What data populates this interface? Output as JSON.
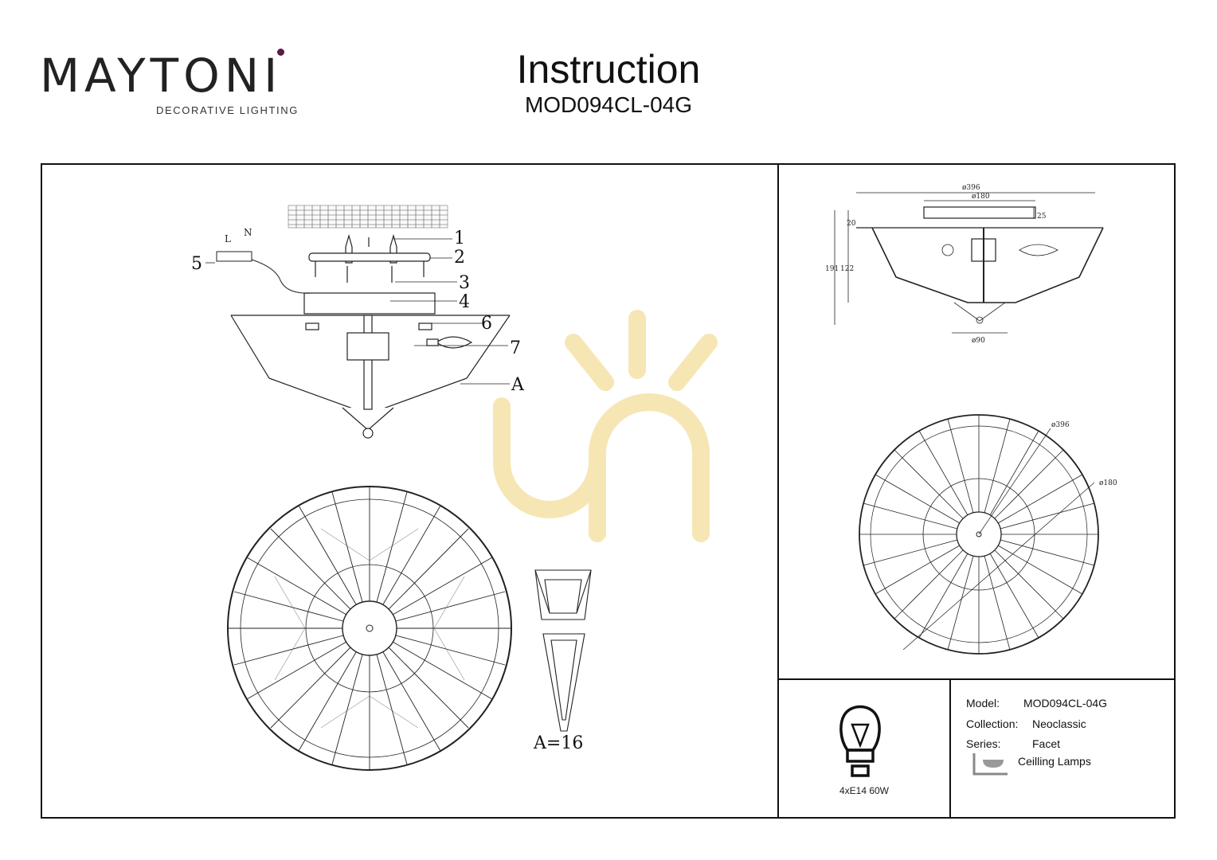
{
  "brand": {
    "name": "MAYTONI",
    "tagline": "DECORATIVE LIGHTING"
  },
  "header": {
    "title": "Instruction",
    "model": "MOD094CL-04G"
  },
  "assembly": {
    "callouts": [
      "1",
      "2",
      "3",
      "4",
      "5",
      "6",
      "7",
      "A"
    ],
    "wiring_labels": [
      "L",
      "N"
    ],
    "part_count": "A=16"
  },
  "dimensions": {
    "top_diameter": "ø396",
    "inner_diameter": "ø180",
    "canopy_height": "25",
    "rim_offset": "20",
    "total_height": "191",
    "body_height": "122",
    "finial_diameter": "ø90",
    "plan_outer": "ø396",
    "plan_inner": "ø180"
  },
  "specs": {
    "lamp": "4xE14 60W",
    "model_label": "Model:",
    "model_value": "MOD094CL-04G",
    "collection_label": "Collection:",
    "collection_value": "Neoclassic",
    "series_label": "Series:",
    "series_value": "Facet",
    "type_value": "Ceilling Lamps"
  },
  "colors": {
    "line": "#111111",
    "logo_accent": "#5a1a4a",
    "watermark": "#f6e6b4"
  }
}
